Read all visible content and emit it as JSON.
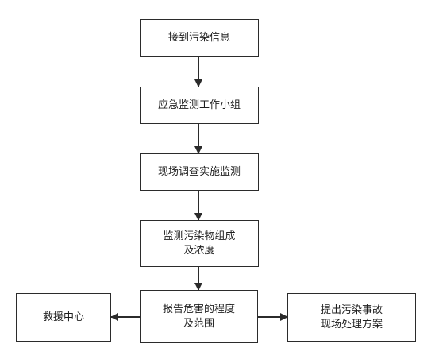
{
  "diagram": {
    "nodes": {
      "receive_info": "接到污染信息",
      "emergency_team": "应急监测工作小组",
      "onsite_monitoring": "现场调查实施监测",
      "monitor_composition": "监测污染物组成\n及浓度",
      "report_hazard": "报告危害的程度\n及范围",
      "rescue_center": "救援中心",
      "propose_plan": "提出污染事故\n现场处理方案"
    },
    "colors": {
      "line": "#2b2b2b",
      "box_border": "#2b2b2b",
      "text": "#1f1f1f",
      "background": "#ffffff"
    }
  }
}
